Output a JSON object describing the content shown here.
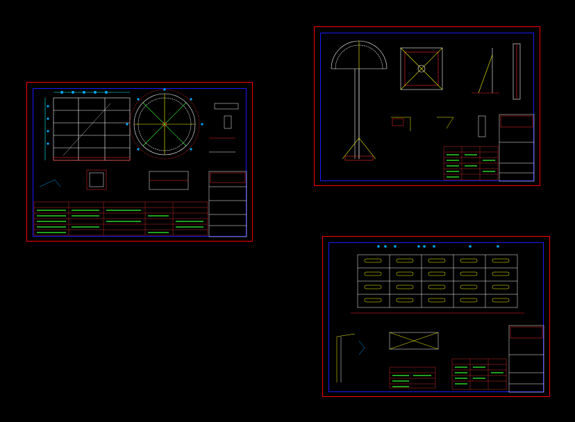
{
  "canvas": {
    "background": "#000000"
  },
  "colors": {
    "sheet_border": "#ff0000",
    "inner_border": "#1a1aff",
    "linework": "#ffffff",
    "dimension": "#00ffff",
    "rebar": "#ff2a2a",
    "callout": "#00aaff",
    "annotation": "#ffff00",
    "table_text": "#33ff33",
    "table_lines": "#ff3333"
  },
  "sheets": [
    {
      "id": "tank-elevation-sheet",
      "title": ""
    },
    {
      "id": "dome-roof-details-sheet",
      "title": ""
    },
    {
      "id": "slab-reinforcement-sheet",
      "title": ""
    }
  ]
}
